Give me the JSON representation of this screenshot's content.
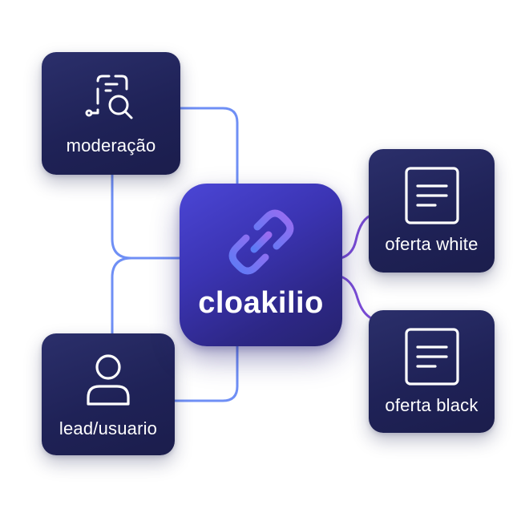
{
  "diagram": {
    "center": {
      "label": "cloakilio",
      "icon": "link-chain-icon"
    },
    "nodes": {
      "moderation": {
        "label": "moderação",
        "icon": "document-search-icon"
      },
      "lead": {
        "label": "lead/usuario",
        "icon": "user-icon"
      },
      "offer_white": {
        "label": "oferta white",
        "icon": "document-icon"
      },
      "offer_black": {
        "label": "oferta black",
        "icon": "document-icon"
      }
    },
    "colors": {
      "node_bg": "#1f2257",
      "center_bg": "#3b34b3",
      "connector_blue": "#6f8ff5",
      "connector_purple": "#7c4dd8",
      "chain_gradient_start": "#5b7bf5",
      "chain_gradient_end": "#9b6cf0"
    }
  }
}
